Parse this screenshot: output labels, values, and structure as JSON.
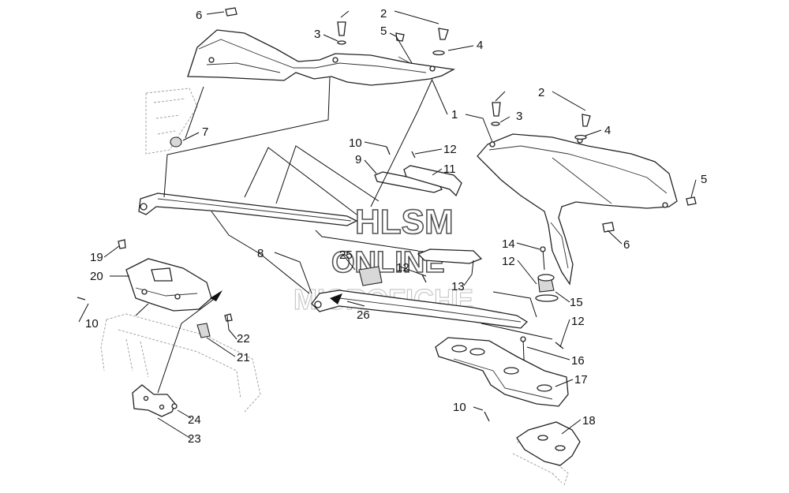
{
  "watermark": {
    "line1": "HLSM",
    "line2": "ONLINE",
    "line3": "MICROFICHE"
  },
  "callouts": {
    "c1": "1",
    "c2a": "2",
    "c2b": "2",
    "c3a": "3",
    "c3b": "3",
    "c4a": "4",
    "c4b": "4",
    "c5a": "5",
    "c5b": "5",
    "c6a": "6",
    "c6b": "6",
    "c7": "7",
    "c8": "8",
    "c9": "9",
    "c10a": "10",
    "c10b": "10",
    "c10c": "10",
    "c11": "11",
    "c12a": "12",
    "c12b": "12",
    "c12c": "12",
    "c12d": "12",
    "c13": "13",
    "c14": "14",
    "c15": "15",
    "c16": "16",
    "c17": "17",
    "c18": "18",
    "c19": "19",
    "c20": "20",
    "c21": "21",
    "c22": "22",
    "c23": "23",
    "c24": "24",
    "c25": "25",
    "c26": "26"
  }
}
